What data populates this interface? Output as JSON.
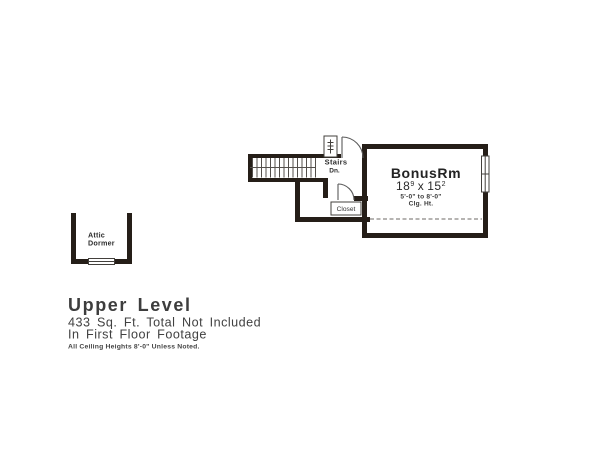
{
  "meta": {
    "drawing_type": "floor-plan",
    "background_color": "#ffffff",
    "wall_color": "#251e18",
    "line_color": "#43403c",
    "text_color": "#2c2c2c"
  },
  "plan": {
    "stairs": {
      "label": "Stairs",
      "direction": "Dn."
    },
    "bonus_room": {
      "name": "BonusRm",
      "dim_w": "18",
      "dim_w_sup": "9",
      "dim_sep": "x",
      "dim_l": "15",
      "dim_l_sup": "2",
      "ceiling_line1": "5'-0\" to 8'-0\"",
      "ceiling_line2": "Clg. Ht."
    },
    "closet": {
      "label": "Closet"
    },
    "attic_dormer": {
      "label_line1": "Attic",
      "label_line2": "Dormer"
    }
  },
  "title_block": {
    "title": "Upper Level",
    "subtitle_line1": "433 Sq. Ft. Total Not Included",
    "subtitle_line2": "In First Floor Footage",
    "note": "All Ceiling Heights 8'-0\" Unless Noted."
  }
}
